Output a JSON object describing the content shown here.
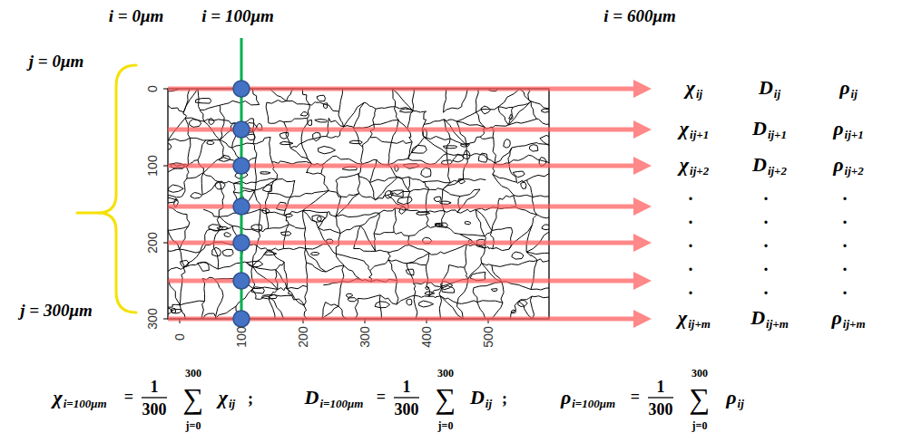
{
  "diagram": {
    "labels": [
      "i = 0μm",
      "i = 100μm",
      "i = 600μm",
      "j = 0μm",
      "j = 300μm",
      "0",
      "100",
      "200",
      "300",
      "0",
      "100",
      "200",
      "300",
      "400",
      "500",
      "χij",
      "Dij",
      "ρij",
      "χij+1",
      "Dij+1",
      "ρij+1",
      "χij+2",
      "Dij+2",
      "ρij+2",
      ".",
      ".",
      ".",
      ".",
      ".",
      ".",
      ".",
      ".",
      ".",
      ".",
      ".",
      ".",
      ".",
      ".",
      ".",
      "χij+m",
      "Dij+m",
      "ρij+m",
      "χi=100μm",
      "=",
      "1",
      "300",
      "300",
      "∑",
      "j=0",
      "χij",
      ";",
      "Di=100μm",
      "=",
      "1",
      "300",
      "300",
      "∑",
      "j=0",
      "Dij",
      ";",
      "ρi=100μm",
      "=",
      "1",
      "300",
      "300",
      "∑",
      "j=0",
      "ρij"
    ]
  }
}
